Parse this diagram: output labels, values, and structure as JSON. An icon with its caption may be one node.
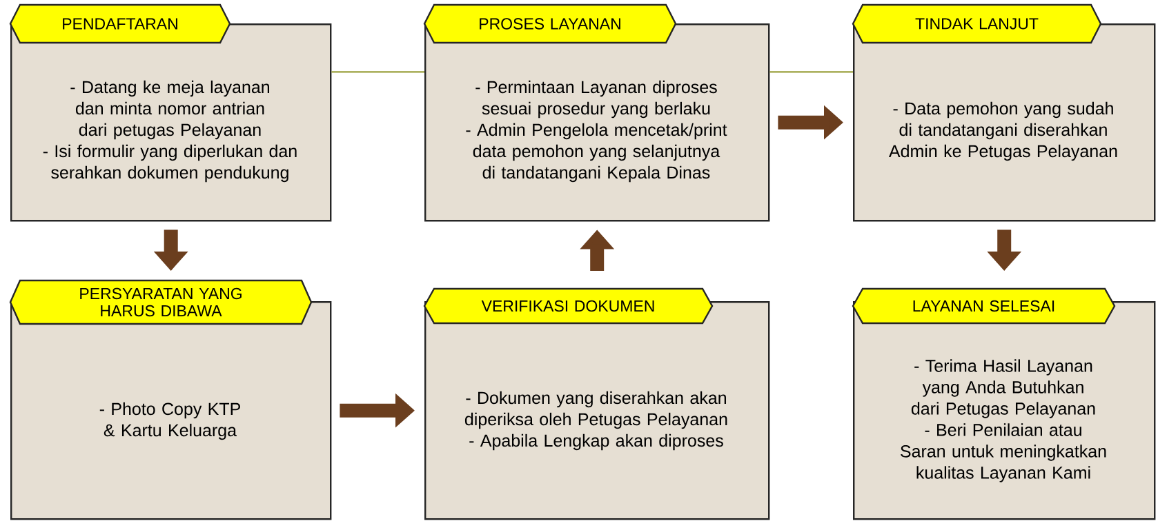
{
  "diagram": {
    "nodes": [
      {
        "text": [
          "PENDAFTARAN",
          "- Datang ke meja layanan dan minta nomor antrian dari petugas Pelayanan",
          "- Isi formulir yang diperlukan dan serahkan dokumen pendukung"
        ]
      },
      {
        "text": [
          "PROSES LAYANAN",
          "- Permintaan Layanan diproses sesuai prosedur yang berlaku",
          "- Admin Pengelola mencetak/print data pemohon yang selanjutnya di tandatangani Kepala Dinas"
        ]
      },
      {
        "text": [
          "TINDAK LANJUT",
          "- Data pemohon yang sudah di tandatangani diserahkan Admin ke Petugas Pelayanan"
        ]
      },
      {
        "text": [
          "PERSYARATAN YANG HARUS DIBAWA",
          "- Photo Copy KTP & Kartu Keluarga"
        ]
      },
      {
        "text": [
          "VERIFIKASI DOKUMEN",
          "- Dokumen yang diserahkan akan diperiksa oleh Petugas Pelayanan",
          "- Apabila Lengkap akan diproses"
        ]
      },
      {
        "text": [
          "LAYANAN SELESAI",
          "- Terima Hasil Layanan yang Anda Butuhkan dari Petugas Pelayanan",
          "- Beri Penilaian atau Saran untuk meningkatkan kualitas Layanan Kami"
        ]
      }
    ],
    "edges": [
      {
        "from": 0,
        "to": 3,
        "arrow": "to"
      },
      {
        "from": 3,
        "to": 4,
        "arrow": "to"
      },
      {
        "from": 4,
        "to": 1,
        "arrow": "to"
      },
      {
        "from": 1,
        "to": 2,
        "arrow": "to"
      },
      {
        "from": 2,
        "to": 5,
        "arrow": "to"
      },
      {
        "from": 0,
        "to": 1,
        "arrow": "none",
        "color": "#9aa03c"
      },
      {
        "from": 1,
        "to": 2,
        "arrow": "none",
        "color": "#9aa03c"
      }
    ]
  }
}
